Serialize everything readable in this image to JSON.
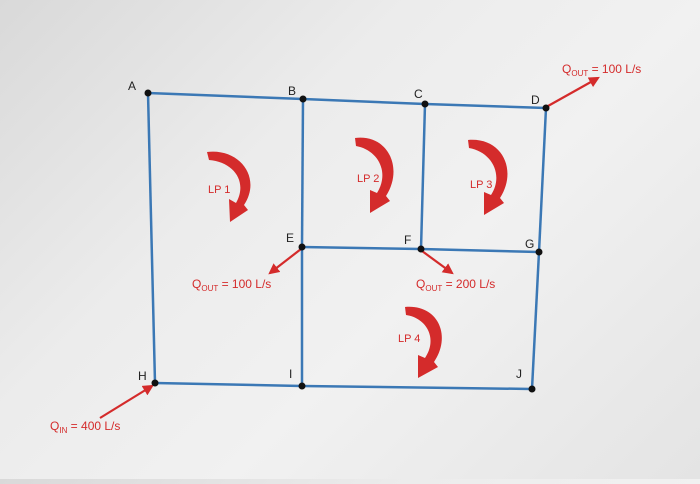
{
  "colors": {
    "pipe": "#3b78b5",
    "flow": "#d42b2b",
    "node": "#111111"
  },
  "nodes": {
    "A": {
      "label": "A"
    },
    "B": {
      "label": "B"
    },
    "C": {
      "label": "C"
    },
    "D": {
      "label": "D"
    },
    "E": {
      "label": "E"
    },
    "F": {
      "label": "F"
    },
    "G": {
      "label": "G"
    },
    "H": {
      "label": "H"
    },
    "I": {
      "label": "I"
    },
    "J": {
      "label": "J"
    }
  },
  "loops": [
    {
      "label": "LP 1"
    },
    {
      "label": "LP 2"
    },
    {
      "label": "LP 3"
    },
    {
      "label": "LP 4"
    }
  ],
  "flows": {
    "inflow_H": {
      "q": "Q",
      "sub": "IN",
      "rest": " = 400 L/s"
    },
    "outflow_D": {
      "q": "Q",
      "sub": "OUT",
      "rest": " = 100 L/s"
    },
    "outflow_E": {
      "q": "Q",
      "sub": "OUT",
      "rest": " = 100 L/s"
    },
    "outflow_F": {
      "q": "Q",
      "sub": "OUT",
      "rest": " = 200 L/s"
    }
  }
}
